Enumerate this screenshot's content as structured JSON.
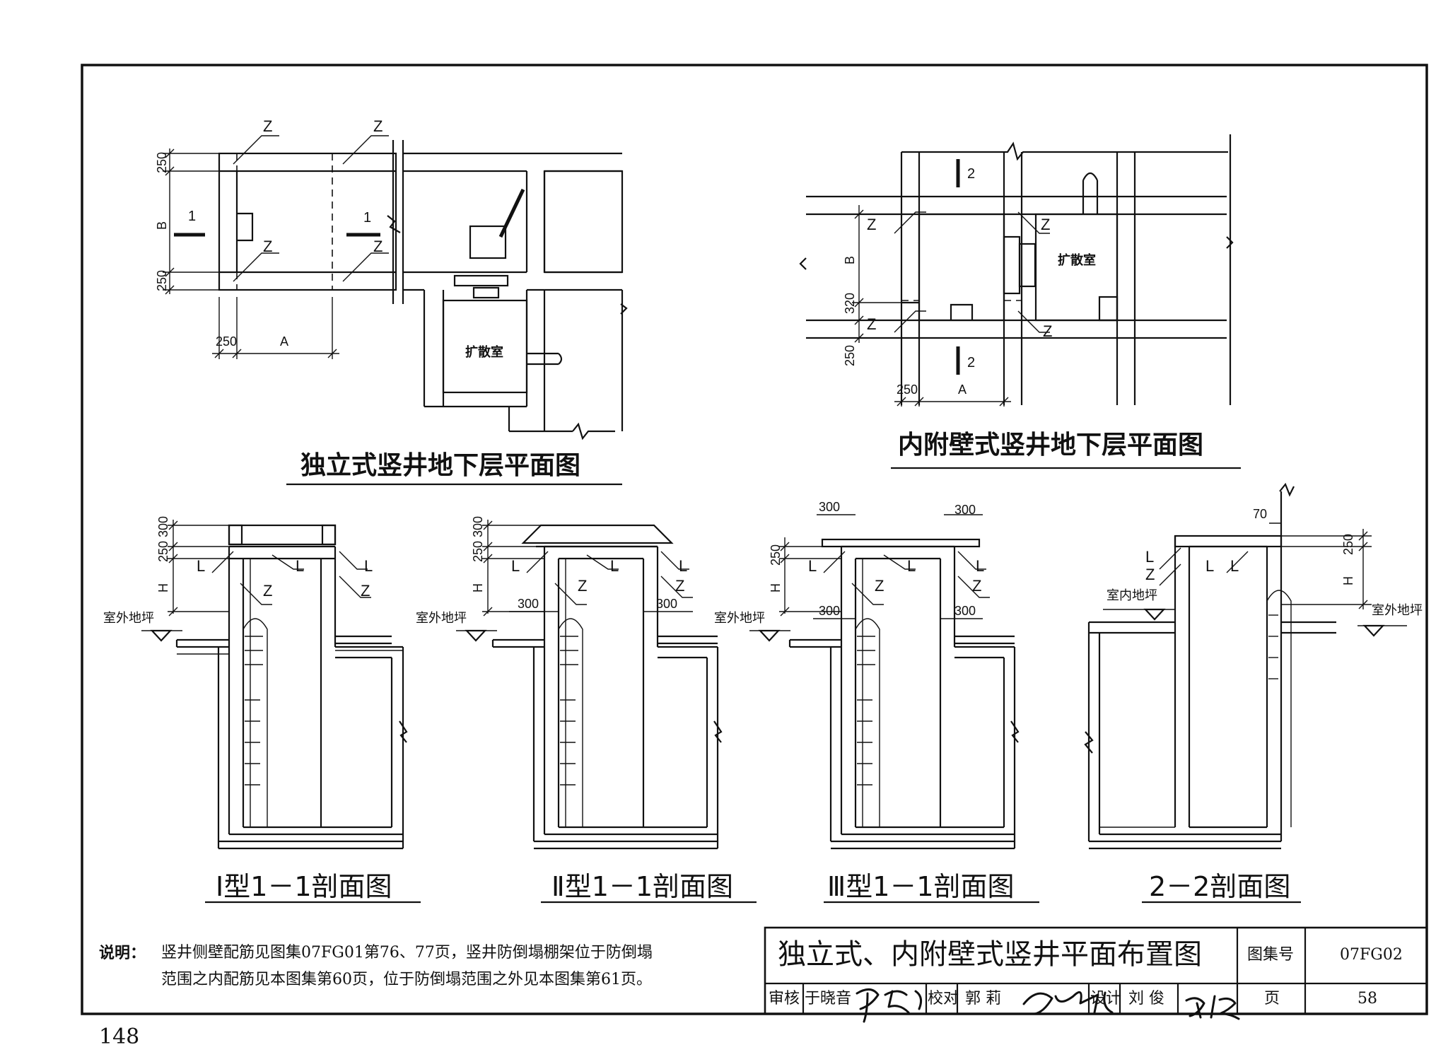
{
  "sheet": {
    "page_number": "148"
  },
  "views": {
    "plan_independent": {
      "title": "独立式竖井地下层平面图",
      "label_z": "Z",
      "label_room": "扩散室",
      "section_mark": "1",
      "dim_250": "250",
      "dim_a": "A",
      "dim_b": "B"
    },
    "plan_attached": {
      "title": "内附壁式竖井地下层平面图",
      "label_z": "Z",
      "label_room": "扩散室",
      "section_mark": "2",
      "dim_250": "250",
      "dim_320": "320",
      "dim_a": "A",
      "dim_b": "B"
    },
    "section_1": {
      "title": "Ⅰ型1－1剖面图",
      "dim_300": "300",
      "dim_250": "250",
      "dim_h": "H",
      "label_l": "L",
      "label_z": "Z",
      "ground_label": "室外地坪"
    },
    "section_2": {
      "title": "Ⅱ型1－1剖面图",
      "dim_300": "300",
      "dim_250": "250",
      "dim_h": "H",
      "label_l": "L",
      "label_z": "Z",
      "ground_label": "室外地坪"
    },
    "section_3": {
      "title": "Ⅲ型1－1剖面图",
      "dim_300": "300",
      "dim_250": "250",
      "dim_h": "H",
      "label_l": "L",
      "label_z": "Z",
      "ground_label": "室外地坪"
    },
    "section_22": {
      "title": "2－2剖面图",
      "dim_70": "70",
      "dim_250": "250",
      "dim_h": "H",
      "label_l": "L",
      "label_z": "Z",
      "indoor_label": "室内地坪",
      "ground_label": "室外地坪"
    }
  },
  "notes": {
    "label": "说明：",
    "line1": "竖井侧壁配筋见图集07FG01第76、77页，竖井防倒塌棚架位于防倒塌",
    "line2": "范围之内配筋见本图集第60页，位于防倒塌范围之外见本图集第61页。"
  },
  "title_block": {
    "drawing_title": "独立式、内附壁式竖井平面布置图",
    "atlas_no_label": "图集号",
    "atlas_no": "07FG02",
    "review_label": "审核",
    "reviewer": "于晓音",
    "check_label": "校对",
    "checker": "郭 莉",
    "design_label": "设计",
    "designer": "刘 俊",
    "page_label": "页",
    "page_no": "58"
  }
}
